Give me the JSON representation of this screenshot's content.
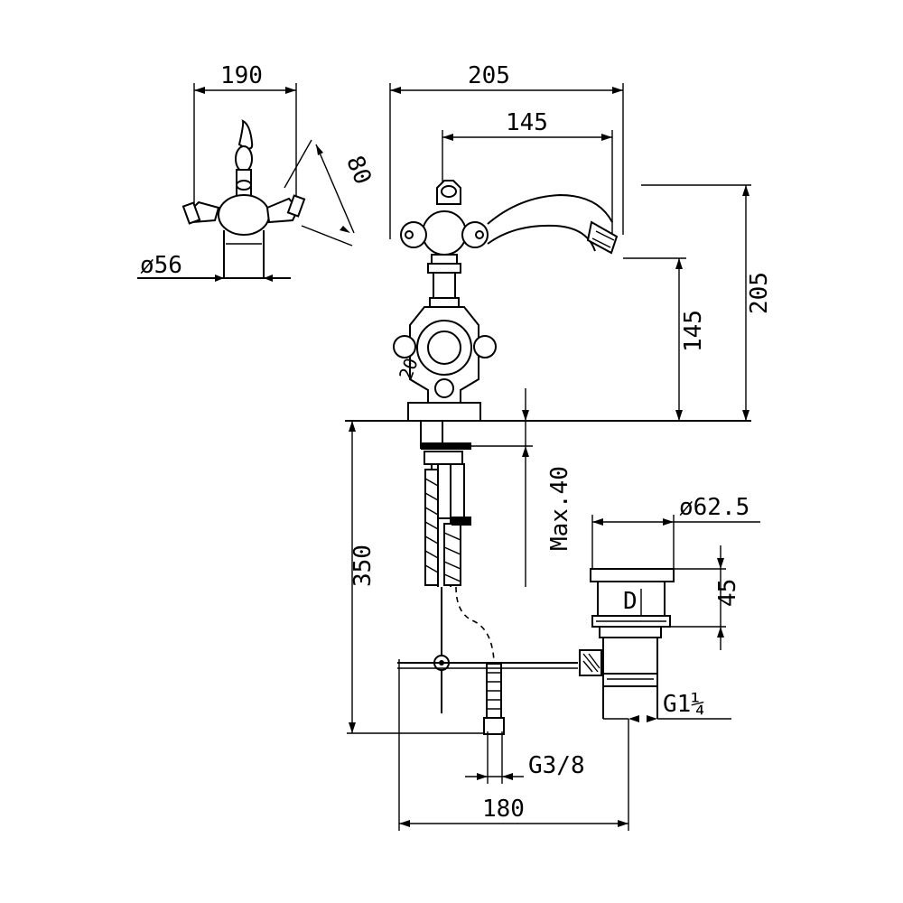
{
  "dimensions": {
    "top_width": "190",
    "base_diameter": "ø56",
    "handle_angle": "80",
    "overall_reach": "205",
    "spout_reach": "145",
    "spout_height_145": "145",
    "overall_height_205": "205",
    "base_label": "20",
    "below_deck": "350",
    "max_deck": "Max.40",
    "waste_diameter": "ø62.5",
    "waste_height": "45",
    "waste_thread": "G1¼",
    "inlet_thread": "G3/8",
    "inlet_spacing": "180",
    "waste_marker": "D"
  }
}
